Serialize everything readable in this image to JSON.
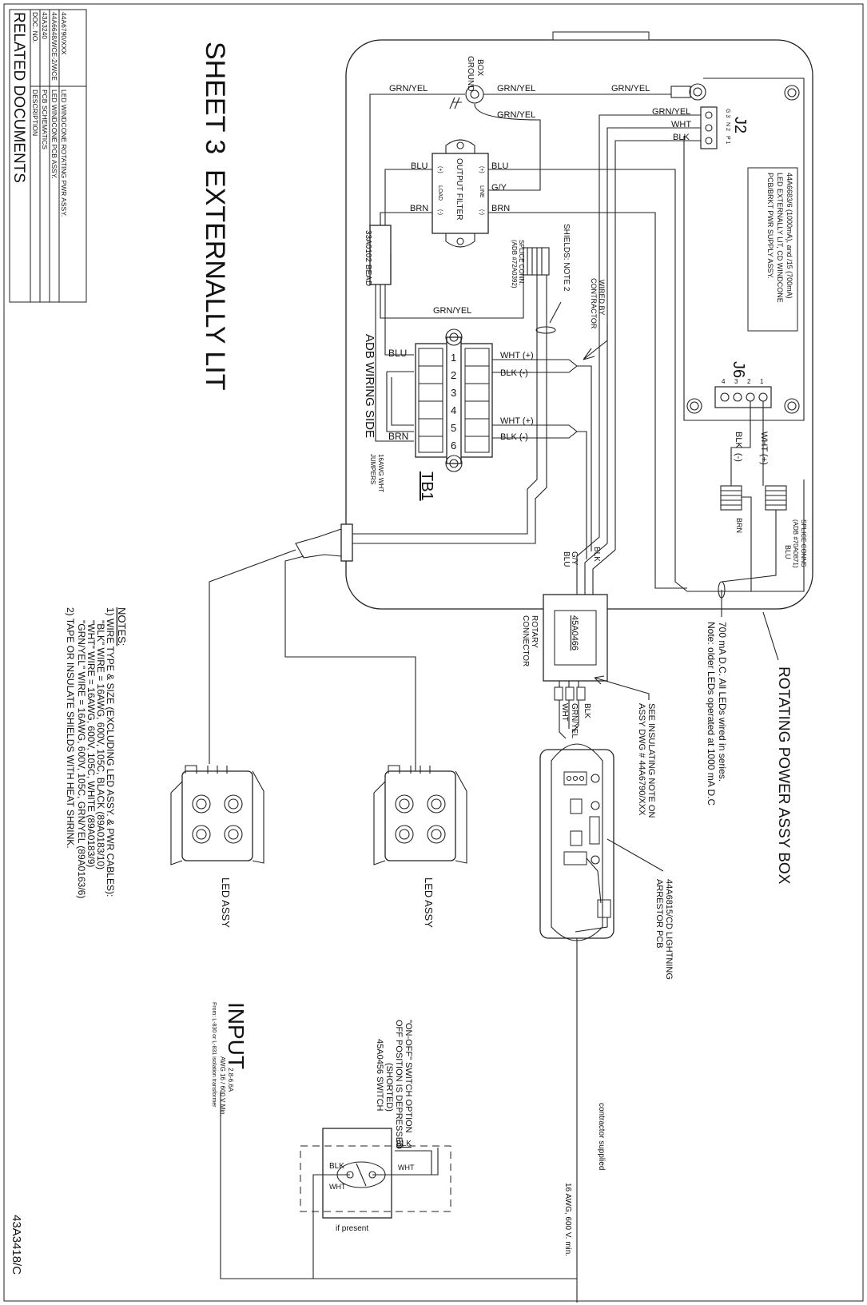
{
  "sheet_title": "SHEET 3  EXTERNALLY LIT",
  "related_documents": {
    "title": "RELATED DOCUMENTS",
    "col_doc": "DOC. NO.",
    "col_desc": "DESCRIPTION",
    "rows": [
      {
        "doc": "44A6790/XXX",
        "desc": "LED WINDCONE ROTATING PWR ASSY."
      },
      {
        "doc": "44A6648/WCE-2/WCE",
        "desc": "LED WINDCONE PCB ASSY."
      },
      {
        "doc": "43A3240",
        "desc": "PCB SCHEMATICS"
      }
    ]
  },
  "notes": {
    "title": "NOTES:",
    "lines": [
      "1) WIRE TYPE & SIZE (EXCLUDING LED ASSY. & PWR CABLES):",
      "\"BLK\" WIRE = 16AWG, 600V, 105C, BLACK (89A0183/10)",
      "\"WHT\" WIRE = 16AWG, 600V, 105C, WHITE (89A0183/9)",
      "\"GRN/YEL\" WIRE = 16AWG, 600V, 105C, GRN/YEL (89A0163/6)",
      "2) TAPE OR INSULATE SHIELDS WITH HEAT SHRINK."
    ]
  },
  "box_title": "ROTATING POWER ASSY BOX",
  "led_note": [
    "700 mA D.C.  All LEDs wired in series.",
    "Note: older LEDs operated at 1000 mA D.C"
  ],
  "pcb_bracket": [
    "44A6683/6 (1000mA), and /15 (700mA)",
    "LED EXTERNALLY LIT, CD WINDCONE",
    "PCB/BRKT PWR SUPPLY ASSY."
  ],
  "box_ground": [
    "BOX",
    "GROUND"
  ],
  "j2": {
    "label": "J2",
    "pins": [
      "G 3",
      "N 2",
      "P 1"
    ],
    "wires": [
      "GRN/YEL",
      "WHT",
      "BLK"
    ]
  },
  "j6": {
    "label": "J6",
    "pins": [
      "4",
      "3",
      "2",
      "1"
    ]
  },
  "wires": {
    "grn_yel": "GRN/YEL",
    "blu": "BLU",
    "brn": "BRN",
    "gy": "G/Y",
    "blk": "BLK",
    "wht": "WHT",
    "wht_pos": "WHT (+)",
    "blk_neg": "BLK (-)",
    "blk_neg2": "BLK  (-)"
  },
  "output_filter": {
    "name": "OUTPUT FILTER",
    "load": "LOAD",
    "line": "LINE",
    "plus": "(+)",
    "minus": "(-)"
  },
  "bead": "33A0102 BEAD",
  "splice_conn": [
    "SPLICE CONN.",
    "(ADB #72A0392)"
  ],
  "shields": "SHIELDS: NOTE 2",
  "wired_by": [
    "WIRED BY",
    "CONTRACTOR"
  ],
  "tb1": {
    "label": "TB1",
    "side": "ADB WIRING SIDE",
    "terminals": [
      "1",
      "2",
      "3",
      "4",
      "5",
      "6"
    ]
  },
  "jumpers": [
    "16AWG WHT",
    "JUMPERS"
  ],
  "splice_conns": [
    "SPLICE CONNS",
    "(ADB #70A0871)"
  ],
  "rotary": {
    "part": "45A0466",
    "label": [
      "ROTARY",
      "CONNECTOR"
    ]
  },
  "insulating_note": [
    "SEE INSULATING NOTE ON",
    "ASSY DWG # 44A6790/XXX"
  ],
  "arrestor": [
    "44A6815/CD LIGHTNING",
    "ARRESTOR PCB"
  ],
  "led_assy": "LED ASSY",
  "input": {
    "title": "INPUT",
    "current": "2.8-6.6A",
    "awg": "AWG 16 / 600 V Min.",
    "from": "From: L-830 or L-831 isolation transformer"
  },
  "switch_note": [
    "\"ON-OFF\" SWITCH OPTION",
    "OFF POSITION IS DEPRESSED",
    "(SHORTED)",
    "45A0456  SWITCH"
  ],
  "if_present": "if present",
  "cable_note": "16 AWG, 600 V. min.",
  "contractor_supplied": "contractor supplied",
  "drawing_number": "43A3418/C"
}
